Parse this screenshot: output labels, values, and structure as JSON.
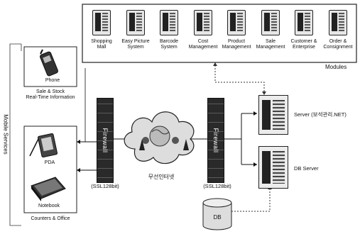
{
  "modules": {
    "items": [
      {
        "line1": "Shopping",
        "line2": "Mall"
      },
      {
        "line1": "Easy Picture",
        "line2": "System"
      },
      {
        "line1": "Barcode",
        "line2": "System"
      },
      {
        "line1": "Cost",
        "line2": "Management"
      },
      {
        "line1": "Product",
        "line2": "Management"
      },
      {
        "line1": "Sale",
        "line2": "Management"
      },
      {
        "line1": "Customer &",
        "line2": "Enterprise"
      },
      {
        "line1": "Order &",
        "line2": "Consignment"
      }
    ],
    "title": "Modules"
  },
  "mobile": {
    "side_label": "Mobile Services",
    "phone_label": "Phone",
    "phone_caption_1": "Sale & Stock",
    "phone_caption_2": "Real-Time Information",
    "pda_label": "PDA",
    "notebook_label": "Notebook",
    "counters_caption": "Counters & Office"
  },
  "firewall_left": {
    "label": "Firewall",
    "ssl": "(SSL128bit)"
  },
  "firewall_right": {
    "label": "Firewall",
    "ssl": "(SSL128bit)"
  },
  "cloud": {
    "label": "무선인터넷"
  },
  "server": {
    "label": "Server (보석관리.NET)"
  },
  "db_server": {
    "label": "DB Server"
  },
  "db": {
    "label": "DB"
  }
}
